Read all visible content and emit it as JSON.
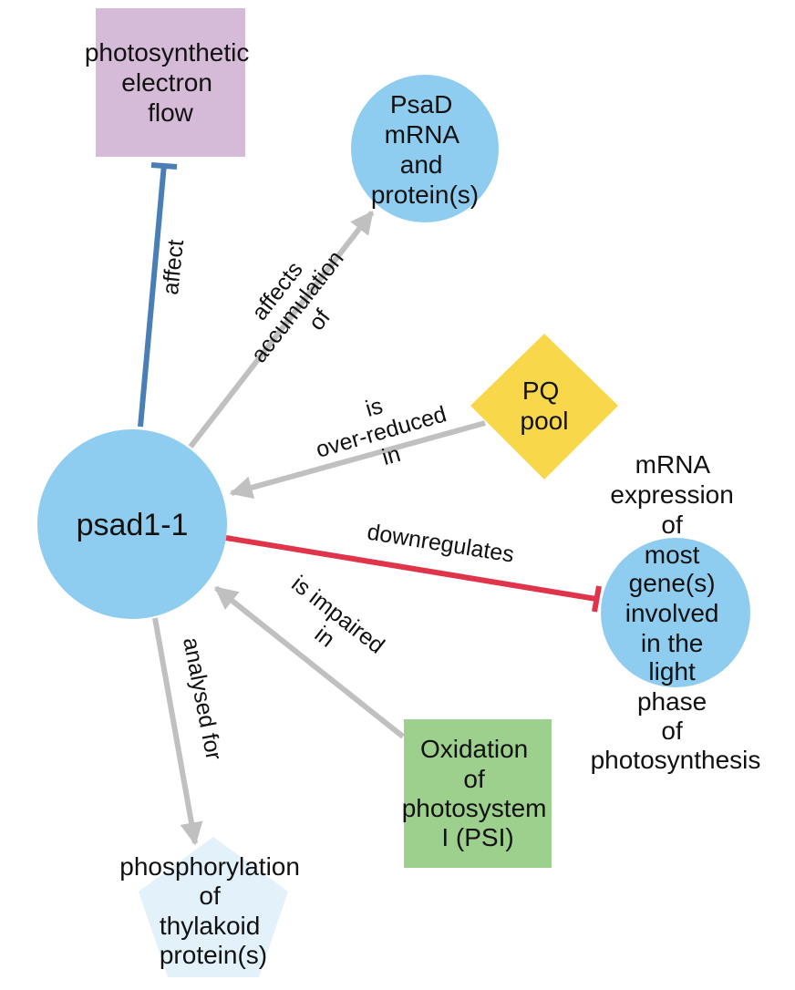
{
  "colors": {
    "gray_edge": "#c0c0c0",
    "blue_edge": "#4a7fb5",
    "red_edge": "#e0344a",
    "circle_node": "#8ecdf0",
    "process_node": "#d6bbd8",
    "diamond_node": "#f8d84a",
    "square_node": "#9dd08c",
    "pentagon_node": "#e3f1fa"
  },
  "nodes": {
    "center": "psad1-1",
    "electron_flow": [
      "photosynthetic",
      "electron",
      "flow"
    ],
    "psad": [
      "PsaD",
      "mRNA",
      "and",
      "protein(s)"
    ],
    "pq": [
      "PQ",
      "pool"
    ],
    "mrna": [
      "mRNA",
      "expression",
      "of",
      "most",
      "gene(s)",
      "involved",
      "in the",
      "light",
      "phase",
      "of",
      "photosynthesis"
    ],
    "oxidation": [
      "Oxidation",
      "of",
      "photosystem",
      "I (PSI)"
    ],
    "phospho": [
      "phosphorylation",
      "of",
      "thylakoid",
      "protein(s)"
    ]
  },
  "edges": {
    "affect": [
      "affect"
    ],
    "affects_accumulation": [
      "affects",
      "accumulation",
      "of"
    ],
    "over_reduced": [
      "is",
      "over-reduced",
      "in"
    ],
    "downregulates": [
      "downregulates"
    ],
    "impaired": [
      "is impaired",
      "in"
    ],
    "analysed": [
      "analysed for"
    ]
  }
}
